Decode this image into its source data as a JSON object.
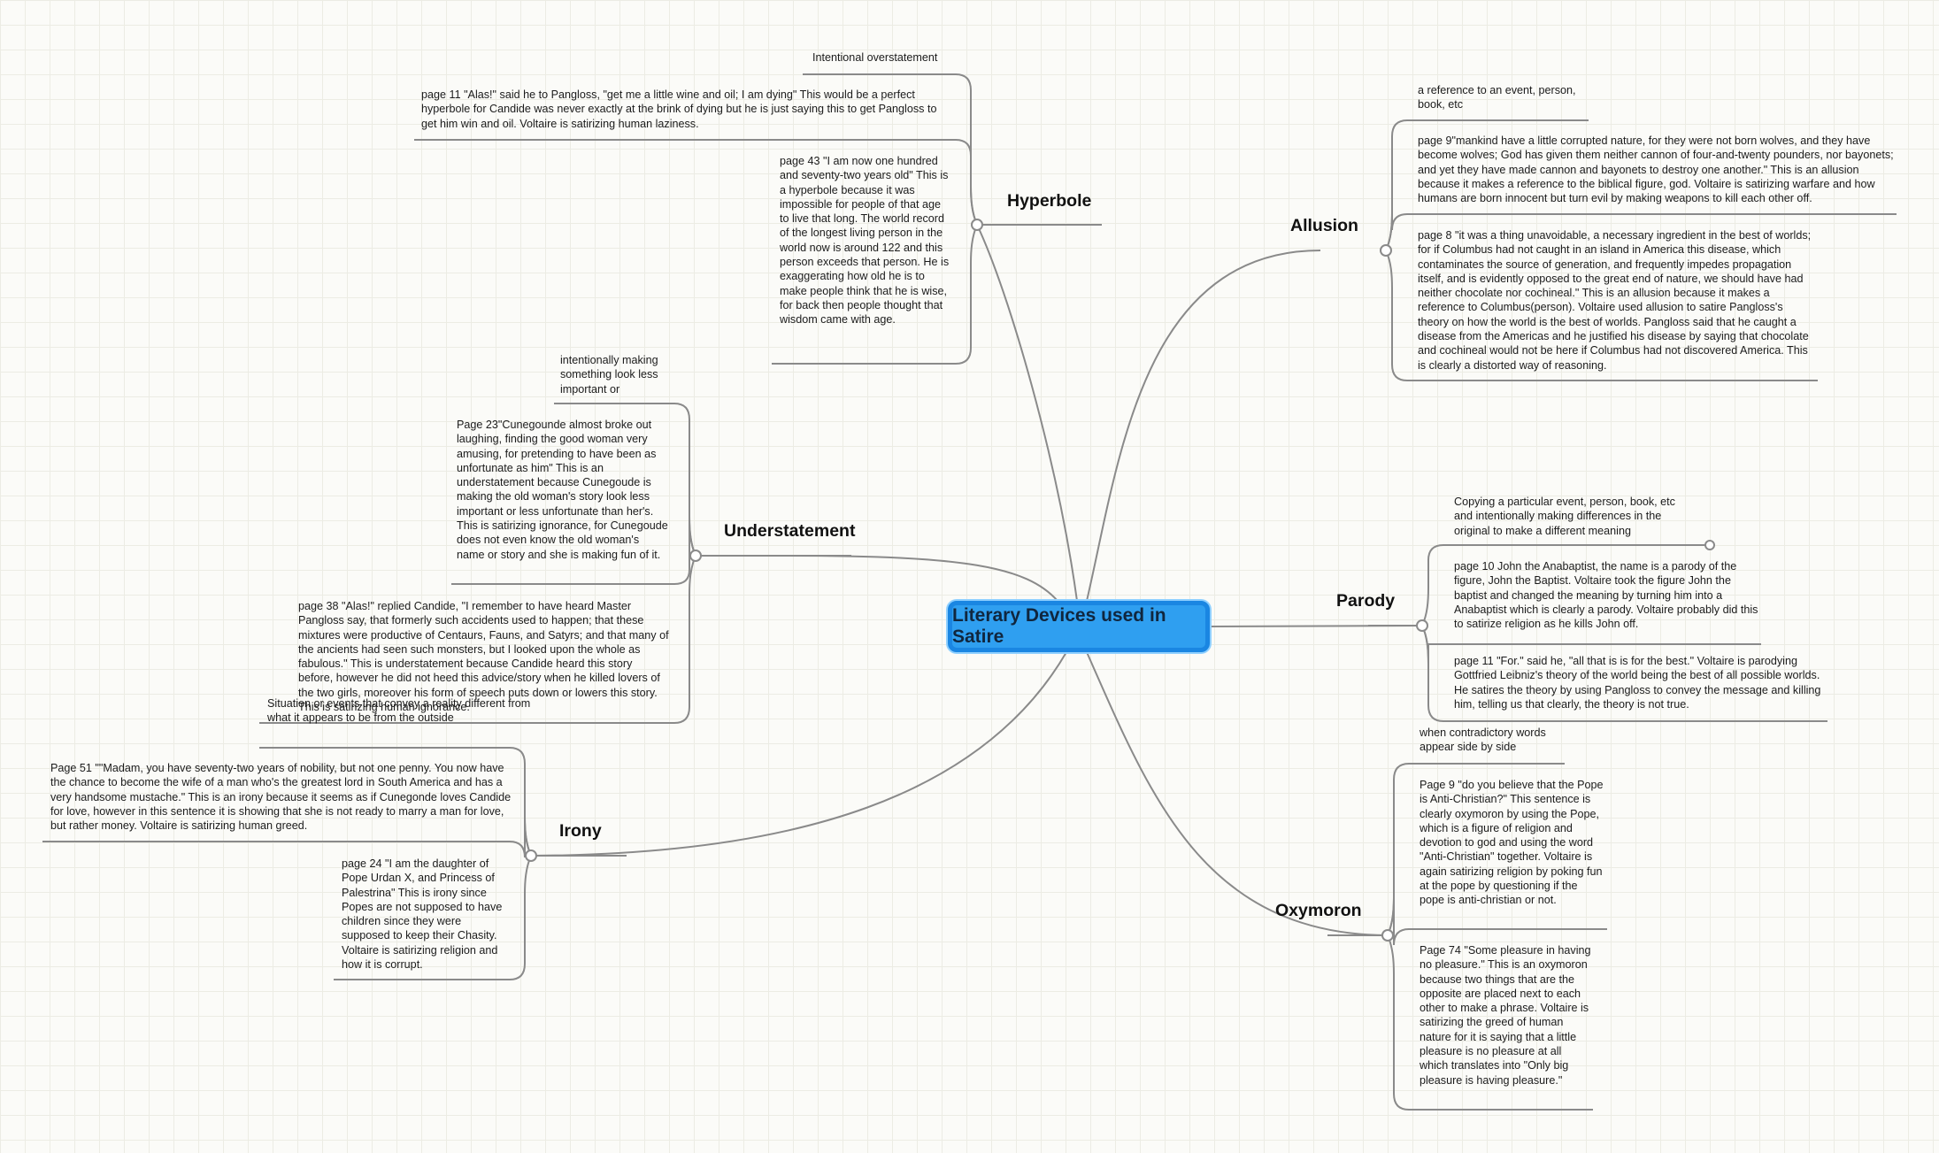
{
  "central": {
    "label": "Literary Devices used in Satire"
  },
  "topics": {
    "hyperbole": {
      "label": "Hyperbole",
      "notes": [
        "Intentional overstatement",
        "page 11 \"Alas!\" said he to Pangloss, \"get me a little wine and oil; I am dying\" This would be a perfect hyperbole for Candide was never exactly at the brink of dying but he is just saying this to get Pangloss to get him win and oil. Voltaire is satirizing human laziness.",
        "page 43 \"I am now one hundred and seventy-two years old\" This is a hyperbole because it was impossible for people of that age to live that long. The world record of the longest living person in the world now is around 122 and this person exceeds that person. He is exaggerating how old he is to make people think that he is wise, for back then people thought that wisdom came with age."
      ]
    },
    "allusion": {
      "label": "Allusion",
      "notes": [
        "a reference to an event, person, book, etc",
        "page 9\"mankind have a little corrupted nature, for they were not born wolves, and they have become wolves; God has given them neither cannon of four-and-twenty pounders, nor bayonets; and yet they have made cannon and bayonets to destroy one another.\" This is an allusion because it makes a reference to the biblical figure, god. Voltaire is satirizing warfare and how humans are born innocent but turn evil by making weapons to kill each other off.",
        "page 8 \"it was a thing unavoidable, a necessary ingredient in the best of worlds; for if Columbus had not caught in an island in America this disease, which contaminates the source of generation, and frequently impedes propagation itself, and is evidently opposed to the great end of nature, we should have had neither chocolate nor cochineal.\" This is an allusion because it makes a reference to Columbus(person). Voltaire used allusion to satire Pangloss's theory on how the world is the best of worlds. Pangloss said that he caught a disease from the Americas and he justified his disease by saying that chocolate and cochineal would not be here if Columbus had not discovered America. This is clearly a distorted way of reasoning."
      ]
    },
    "understatement": {
      "label": "Understatement",
      "notes": [
        "intentionally making something look less important or",
        "Page 23\"Cunegounde almost broke out laughing, finding the good woman very amusing, for pretending to have been as unfortunate as him\" This is an understatement because Cunegoude is making the old woman's story look less important or less unfortunate than her's. This is satirizing ignorance, for Cunegoude does not even know the old woman's name or story and she is making fun of it.",
        "page  38 \"Alas!\" replied Candide, \"I remember to have heard Master Pangloss say, that formerly such accidents used to happen; that these mixtures were productive of Centaurs, Fauns, and Satyrs; and that many of the ancients had seen such monsters, but I looked upon the whole as fabulous.\" This is understatement because Candide heard this story before, however he did not heed this advice/story when he killed lovers of the two girls, moreover his form of speech puts down or lowers this story. This is satirizing human ignorance."
      ]
    },
    "parody": {
      "label": "Parody",
      "notes": [
        "Copying a particular event, person, book, etc and intentionally making differences in the original to make a different meaning",
        "page 10   John the Anabaptist, the name is a parody of the figure, John the Baptist. Voltaire took the figure John the baptist and changed the meaning by turning him into a Anabaptist which is clearly a parody. Voltaire probably did this to satirize religion as he kills John off.",
        "page 11 \"For.\" said he, \"all that is is for the best.\" Voltaire is parodying Gottfried Leibniz's theory of the world being the best of all possible worlds. He satires the theory by using Pangloss to convey the message and killing him, telling us that clearly, the theory is not true."
      ]
    },
    "irony": {
      "label": "Irony",
      "notes": [
        "Situation or events that convey a reality different from what it appears to be from the outside",
        "Page 51 \"\"Madam, you have seventy-two years of nobility, but not one penny. You now have the chance to become the wife of a man who's the greatest lord in South America and has a very handsome mustache.\" This is an irony because it seems as if Cunegonde loves Candide for love, however in this sentence it is showing that she is not ready to marry a man for love, but rather money. Voltaire is satirizing human greed.",
        "page  24 \"I am the daughter of Pope Urdan X, and Princess of Palestrina\" This is irony since Popes are not supposed to have children since they were supposed to keep their  Chasity. Voltaire is satirizing religion and how it is corrupt."
      ]
    },
    "oxymoron": {
      "label": "Oxymoron",
      "notes": [
        "when contradictory words appear side by side",
        "Page 9 \"do you believe that the Pope is Anti-Christian?\" This sentence is clearly oxymoron by using the Pope, which is a figure of religion and devotion to god and using the word \"Anti-Christian\" together. Voltaire is again satirizing religion by poking fun at the pope by  questioning if the pope is anti-christian or not.",
        "Page 74 \"Some pleasure in having no pleasure.\" This is an oxymoron because two things that are the opposite are placed next to each other to make a phrase. Voltaire is satirizing the greed of human nature for it is saying that a little pleasure is no pleasure at all which translates into \"Only big pleasure is having pleasure.\""
      ]
    }
  },
  "colors": {
    "central_fill": "#2f9ff0",
    "central_border": "#1a86e2",
    "central_text": "#10263e",
    "connector": "#8a8a8a",
    "background": "#fbfbf8",
    "grid": "#ecece4"
  }
}
